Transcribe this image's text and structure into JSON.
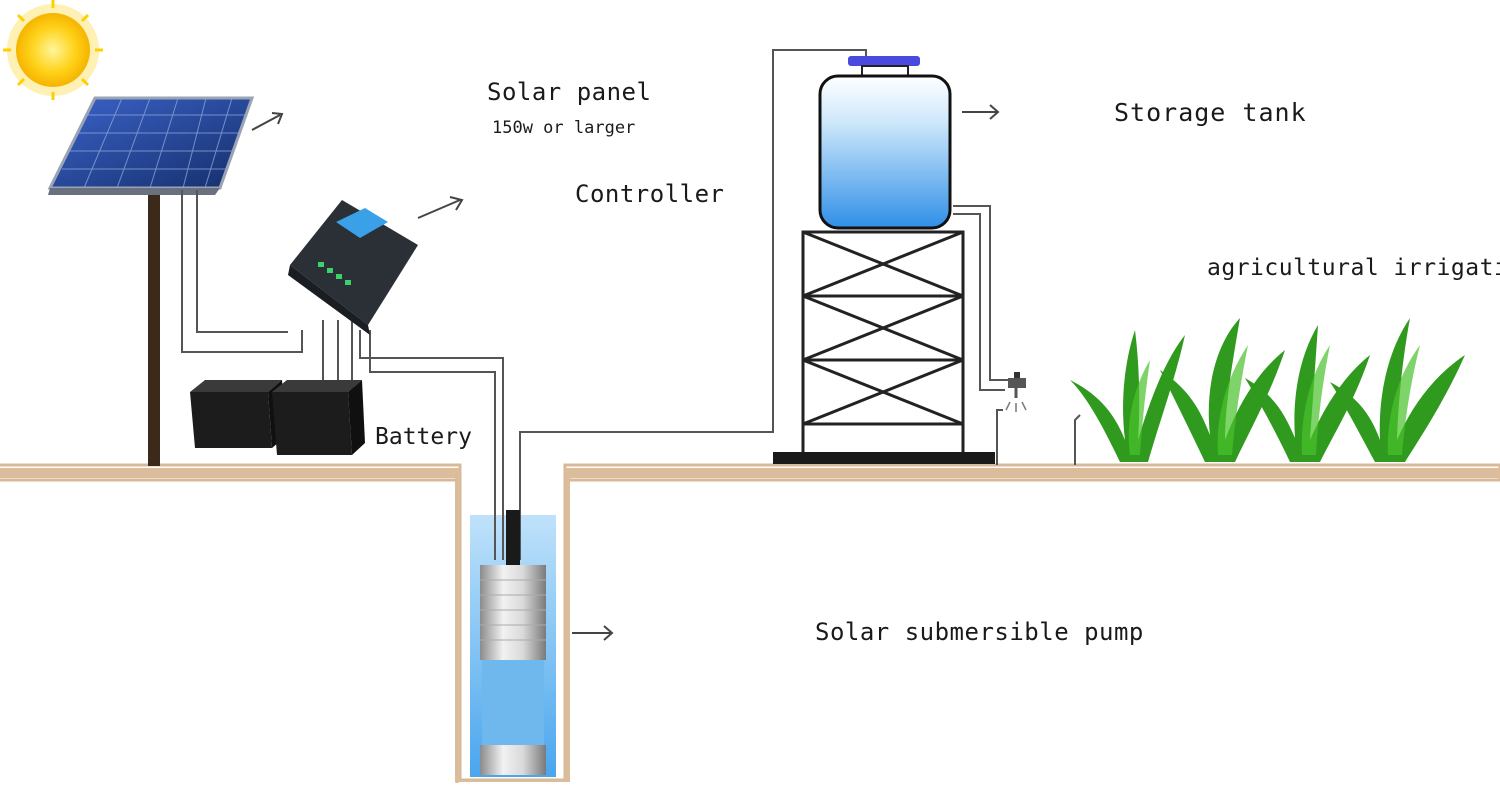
{
  "labels": {
    "solar_panel": "Solar panel",
    "solar_panel_spec": "150w or larger",
    "controller": "Controller",
    "battery": "Battery",
    "storage_tank": "Storage tank",
    "irrigation": "agricultural irrigatio",
    "pump": "Solar submersible pump"
  },
  "colors": {
    "sun": "#ffcc00",
    "panel": "#1f3f8a",
    "ground": "#d8b896",
    "water": "#3a8fe0",
    "tank_lid": "#4a4adf",
    "controller_screen": "#3aa0e8",
    "plants": "#3aa020"
  }
}
